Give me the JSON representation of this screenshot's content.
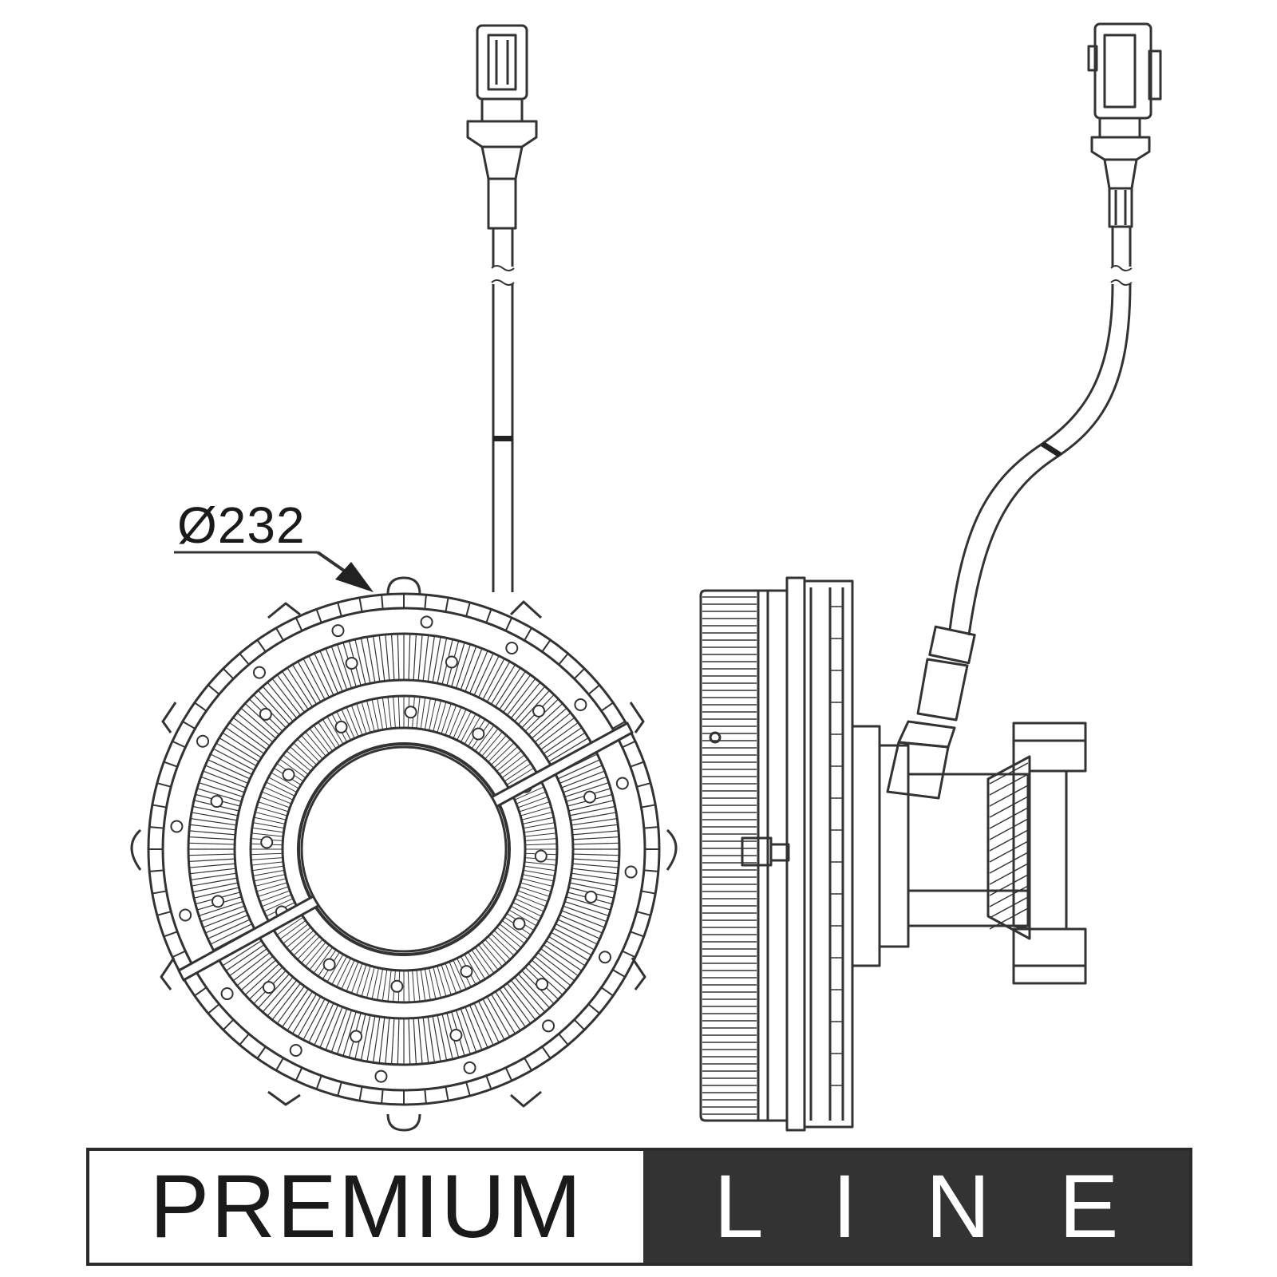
{
  "figure": {
    "dimension_label": "Ø232"
  },
  "banner": {
    "left_text": "PREMIUM",
    "right_text": "LINE",
    "left_bg": "#ffffff",
    "right_bg": "#333333",
    "left_fg": "#1a1a1a",
    "right_fg": "#ffffff"
  },
  "icons": [
    "connector-plug-icon",
    "arrow-icon"
  ]
}
